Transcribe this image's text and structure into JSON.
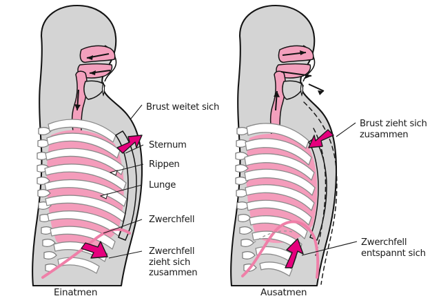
{
  "figure": {
    "title_not_shown": "",
    "colors": {
      "body_fill": "#d4d4d4",
      "body_outline": "#141414",
      "lung_pink": "#f49cbb",
      "airway_pink": "#f3a0bd",
      "rib_white": "#ffffff",
      "rib_outline": "#888888",
      "arrow_magenta": "#e5007d",
      "arrow_outline": "#1a1a1a",
      "text": "#1a1a1a",
      "leader_line": "#1a1a1a",
      "background": "#ffffff"
    },
    "panels": [
      {
        "id": "inhale",
        "caption": "Einatmen",
        "airflow_direction": "in",
        "labels": [
          {
            "name": "chest-expands",
            "text": "Brust weitet sich"
          },
          {
            "name": "sternum",
            "text": "Sternum"
          },
          {
            "name": "ribs",
            "text": "Rippen"
          },
          {
            "name": "lung",
            "text": "Lunge"
          },
          {
            "name": "diaphragm",
            "text": "Zwerchfell"
          },
          {
            "name": "diaphragm-contracts",
            "text": "Zwerchfell\nzieht sich\nzusammen"
          }
        ]
      },
      {
        "id": "exhale",
        "caption": "Ausatmen",
        "airflow_direction": "out",
        "labels": [
          {
            "name": "chest-contracts",
            "text": "Brust zieht sich\nzusammen"
          },
          {
            "name": "diaphragm-relaxes",
            "text": "Zwerchfell\nentspannt sich"
          }
        ]
      }
    ]
  }
}
